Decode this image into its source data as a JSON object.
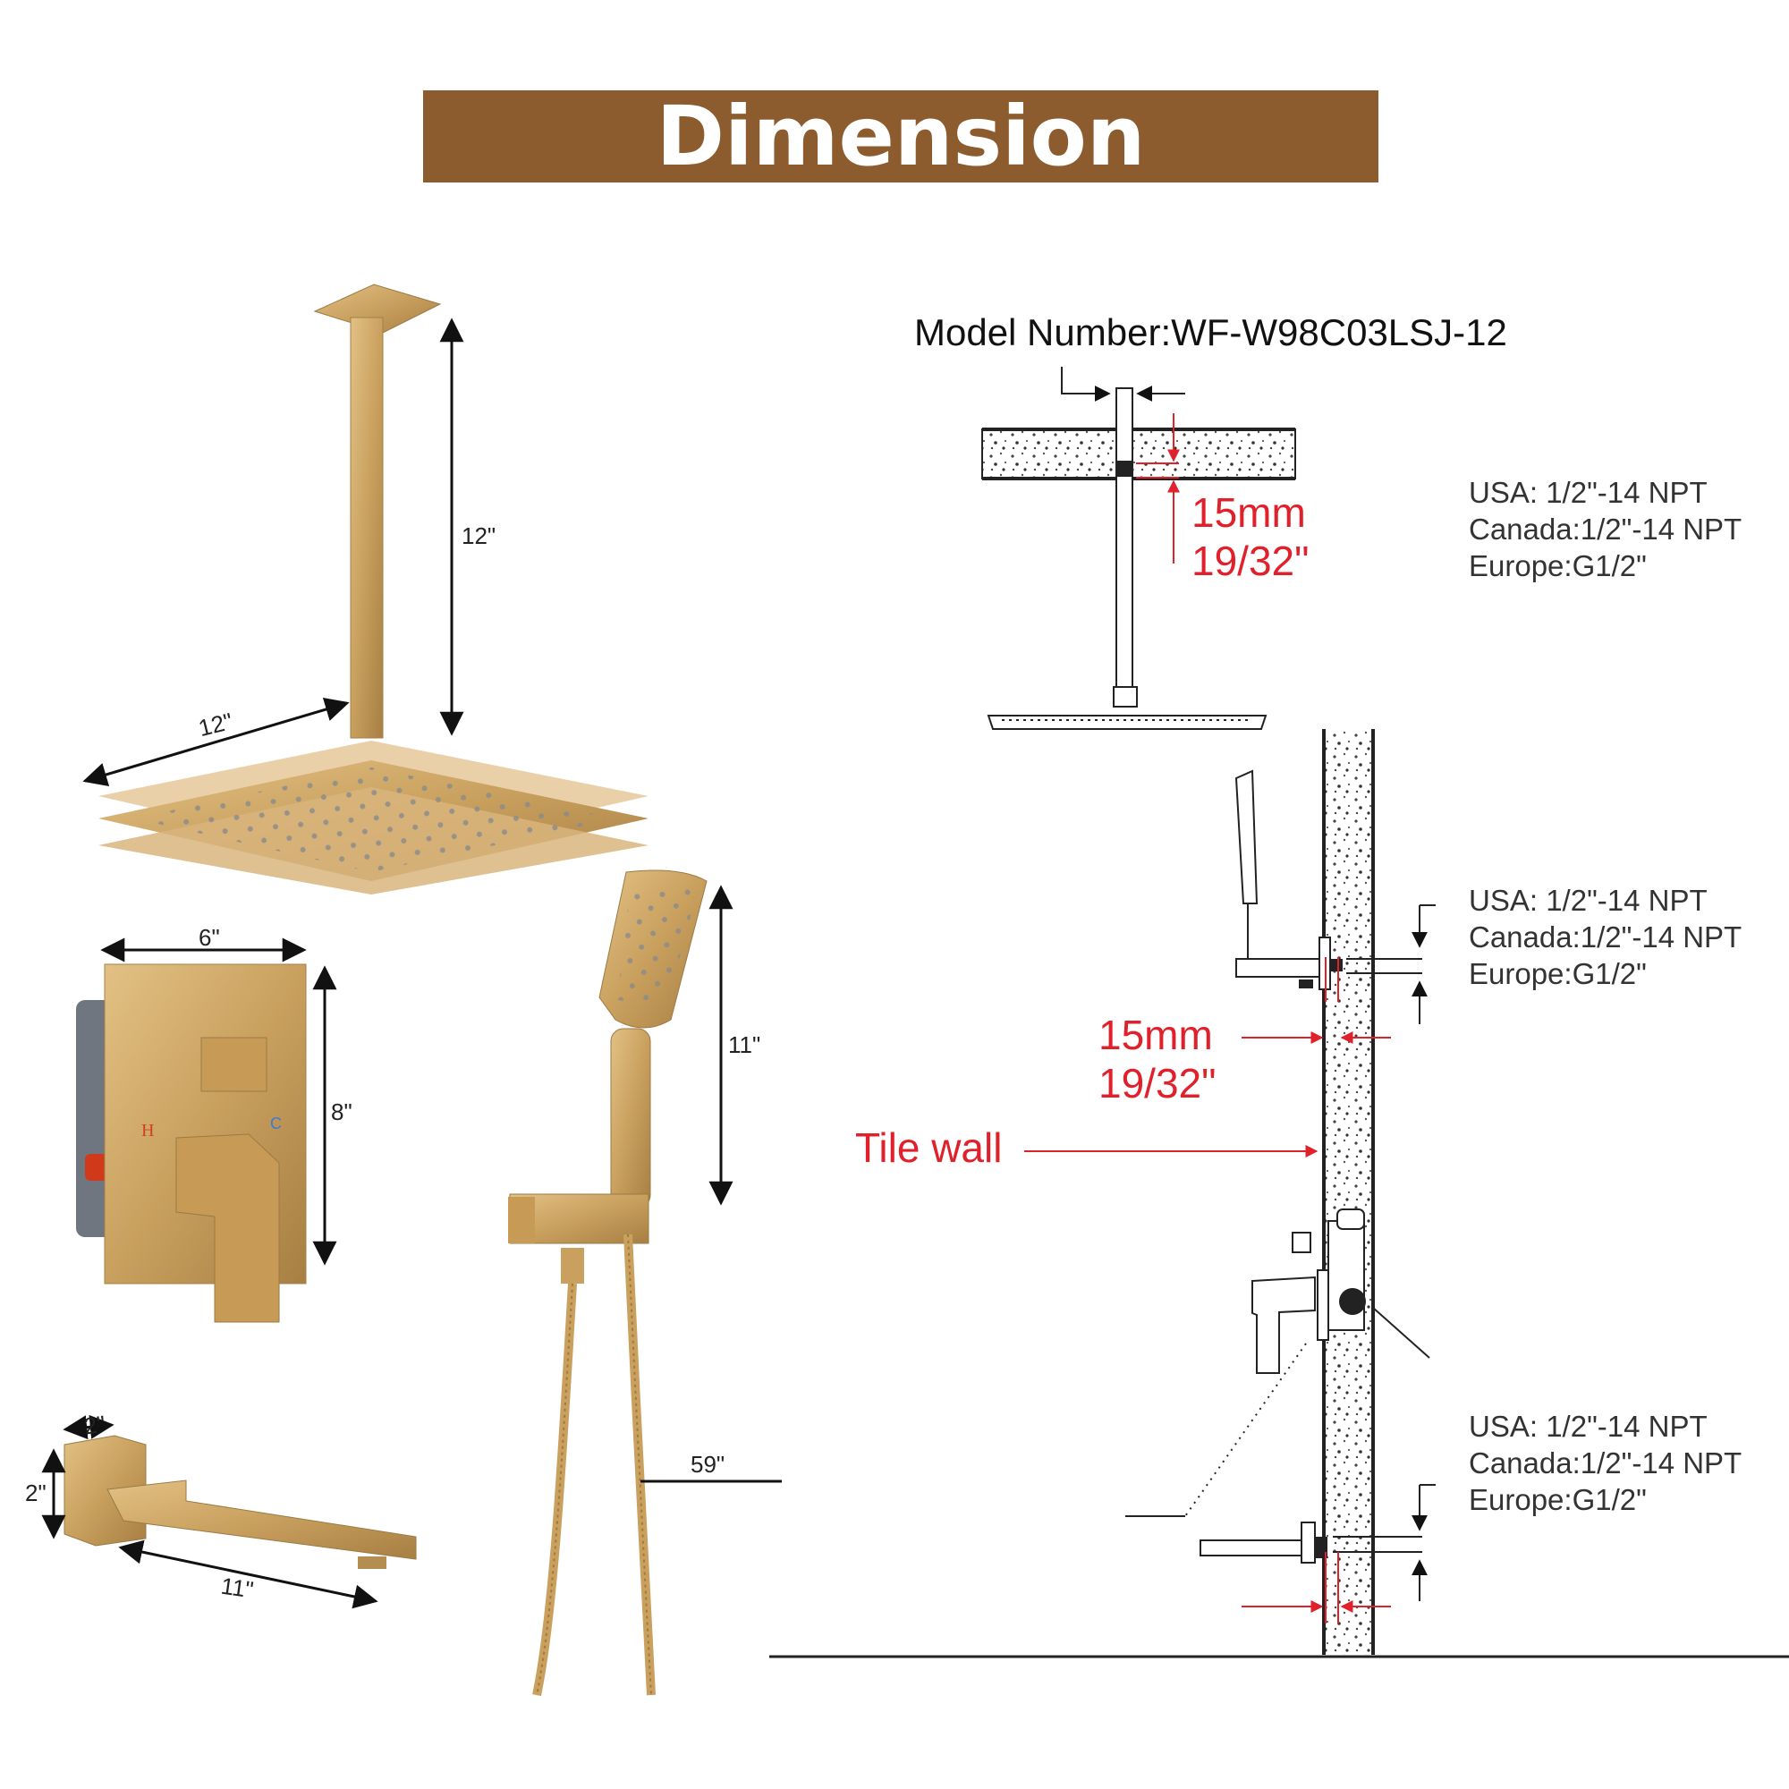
{
  "title": "Dimension",
  "model_number": "Model Number:WF-W98C03LSJ-12",
  "dimensions": {
    "arm_height": "12\"",
    "head_width": "12\"",
    "valve_width": "6\"",
    "valve_height": "8\"",
    "handheld_height": "11\"",
    "hose_length": "59\"",
    "spout_width": "2\"",
    "spout_height": "2\"",
    "spout_length": "11\""
  },
  "valve_labels": {
    "hot": "H",
    "cold": "C"
  },
  "specs": [
    {
      "usa": "USA: 1/2\"-14 NPT",
      "canada": "Canada:1/2\"-14 NPT",
      "europe": "Europe:G1/2\""
    },
    {
      "usa": "USA: 1/2\"-14 NPT",
      "canada": "Canada:1/2\"-14 NPT",
      "europe": "Europe:G1/2\""
    },
    {
      "usa": "USA: 1/2\"-14 NPT",
      "canada": "Canada:1/2\"-14 NPT",
      "europe": "Europe:G1/2\""
    }
  ],
  "thread_depth": {
    "mm": "15mm",
    "inch": "19/32\""
  },
  "thread_depth_side": {
    "mm": "15mm",
    "inch": "19/32\""
  },
  "tile_wall_label": "Tile wall",
  "colors": {
    "banner": "#8c5b2e",
    "brass": "#c9a05e",
    "red": "#e0202a"
  }
}
